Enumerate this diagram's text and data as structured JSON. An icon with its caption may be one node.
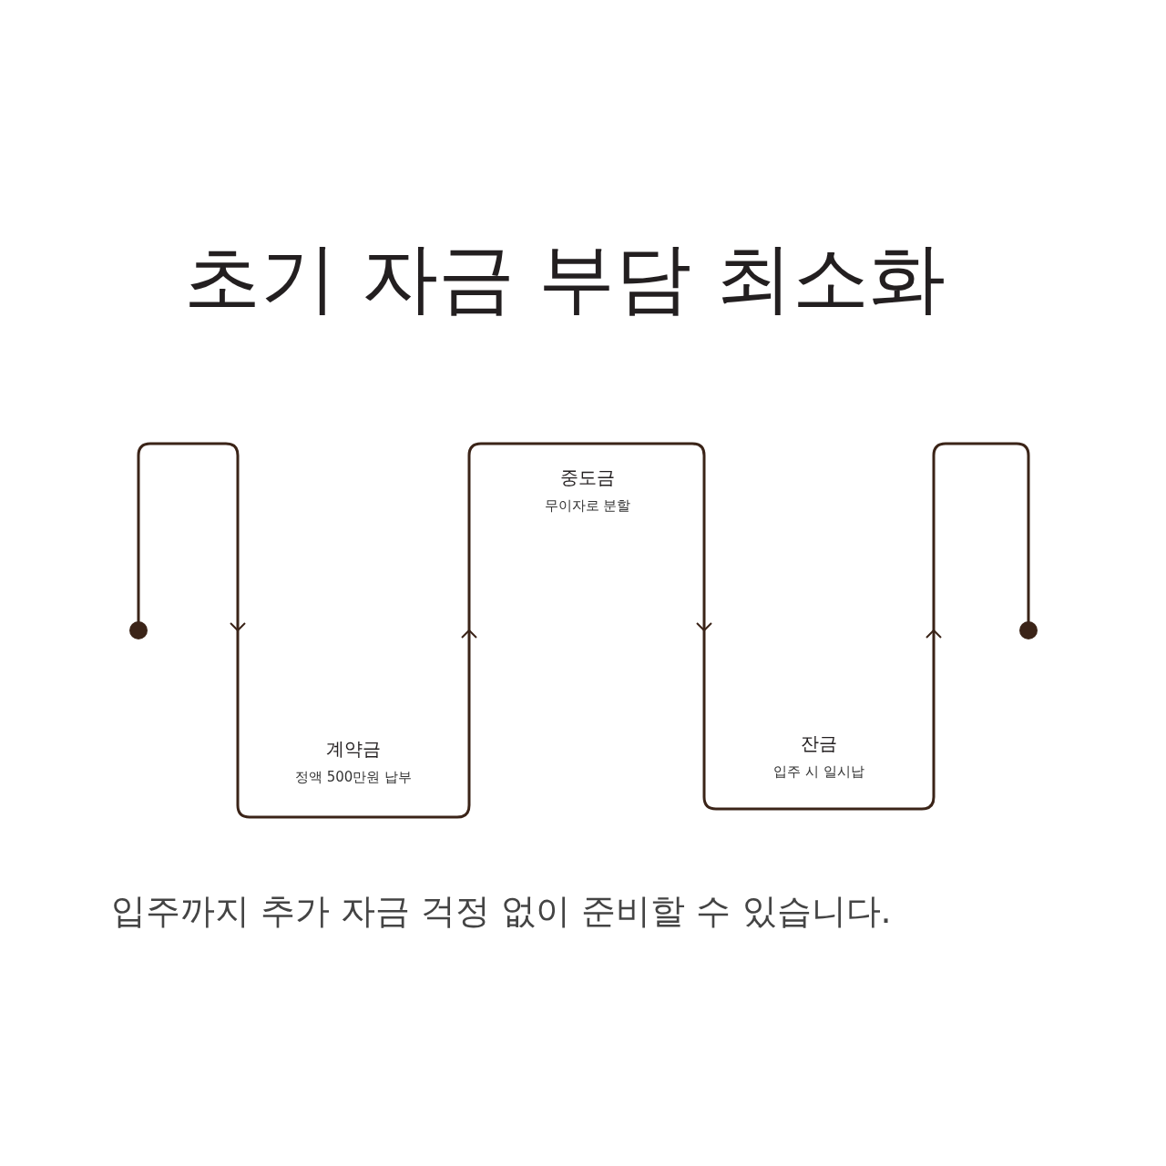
{
  "diagram": {
    "title": "초기 자금 부담 최소화",
    "nodes": [
      {
        "text": [
          "계약금",
          "정액 500만원 납부"
        ]
      },
      {
        "text": [
          "중도금",
          "무이자로 분할"
        ]
      },
      {
        "text": [
          "잔금",
          "입주 시 일시납"
        ]
      }
    ],
    "caption": "입주까지 추가 자금 걱정 없이 준비할 수 있습니다."
  }
}
